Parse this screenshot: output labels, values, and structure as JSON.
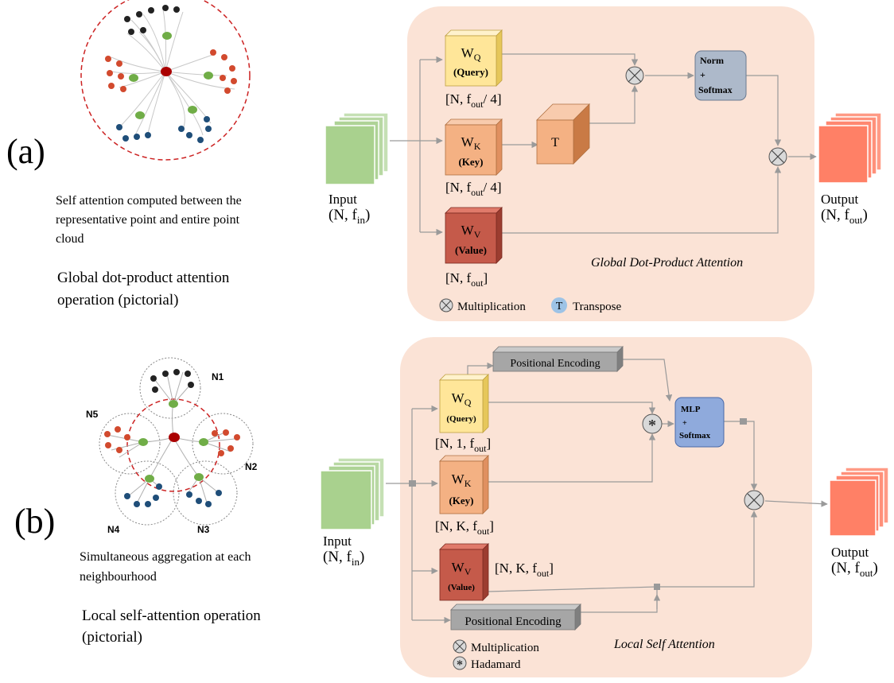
{
  "panel_a": {
    "label": "(a)",
    "caption_line1": "Self attention computed between the",
    "caption_line2": "representative point and entire point",
    "caption_line3": "cloud",
    "title_line1": "Global dot-product attention",
    "title_line2": "operation (pictorial)",
    "box_title": "Global Dot-Product Attention",
    "input_label": "Input",
    "input_dim": "(N, f",
    "input_dim_sub": "in",
    "output_label": "Output",
    "output_dim": "(N, f",
    "output_dim_sub": "out",
    "wq": {
      "main": "W",
      "sub": "Q",
      "name": "(Query)",
      "dim": "[N, f",
      "dim_sub": "out",
      "dim_tail": "/ 4]"
    },
    "wk": {
      "main": "W",
      "sub": "K",
      "name": "(Key)",
      "dim": "[N, f",
      "dim_sub": "out",
      "dim_tail": "/ 4]"
    },
    "wv": {
      "main": "W",
      "sub": "V",
      "name": "(Value)",
      "dim": "[N, f",
      "dim_sub": "out",
      "dim_tail": "]"
    },
    "transpose_block": "T",
    "norm_line1": "Norm",
    "norm_line2": "+",
    "norm_line3": "Softmax",
    "legend_mult": "Multiplication",
    "legend_t_icon": "T",
    "legend_transpose": "Transpose"
  },
  "panel_b": {
    "label": "(b)",
    "caption_line1": "Simultaneous aggregation at each",
    "caption_line2": "neighbourhood",
    "title_line1": "Local self-attention operation",
    "title_line2": "(pictorial)",
    "box_title": "Local Self Attention",
    "neighbourhoods": [
      "N1",
      "N2",
      "N3",
      "N4",
      "N5"
    ],
    "input_label": "Input",
    "input_dim": "(N, f",
    "input_dim_sub": "in",
    "output_label": "Output",
    "output_dim": "(N, f",
    "output_dim_sub": "out",
    "wq": {
      "main": "W",
      "sub": "Q",
      "name": "(Query)",
      "dim": "[N, 1, f",
      "dim_sub": "out",
      "dim_tail": "]"
    },
    "wk": {
      "main": "W",
      "sub": "K",
      "name": "(Key)",
      "dim": "[N, K, f",
      "dim_sub": "out",
      "dim_tail": "]"
    },
    "wv": {
      "main": "W",
      "sub": "V",
      "name": "(Value)",
      "dim": "[N, K, f",
      "dim_sub": "out",
      "dim_tail": "]"
    },
    "pos_enc_top": "Positional Encoding",
    "pos_enc_bottom": "Positional Encoding",
    "mlp_line1": "MLP",
    "mlp_line2": "+",
    "mlp_line3": "Softmax",
    "legend_mult": "Multiplication",
    "legend_hadamard": "Hadamard"
  },
  "colors": {
    "panel_bg": "#fbe3d6",
    "input_green": "#a9d18e",
    "output_red": "#ff8066",
    "wq_yellow": "#ffe699",
    "wk_orange": "#f4b183",
    "wv_red": "#c55a4a",
    "norm_blue": "#adb9ca",
    "mlp_blue": "#8faadc",
    "pos_grey": "#a6a6a6",
    "arrow_grey": "#9a9a9a"
  }
}
